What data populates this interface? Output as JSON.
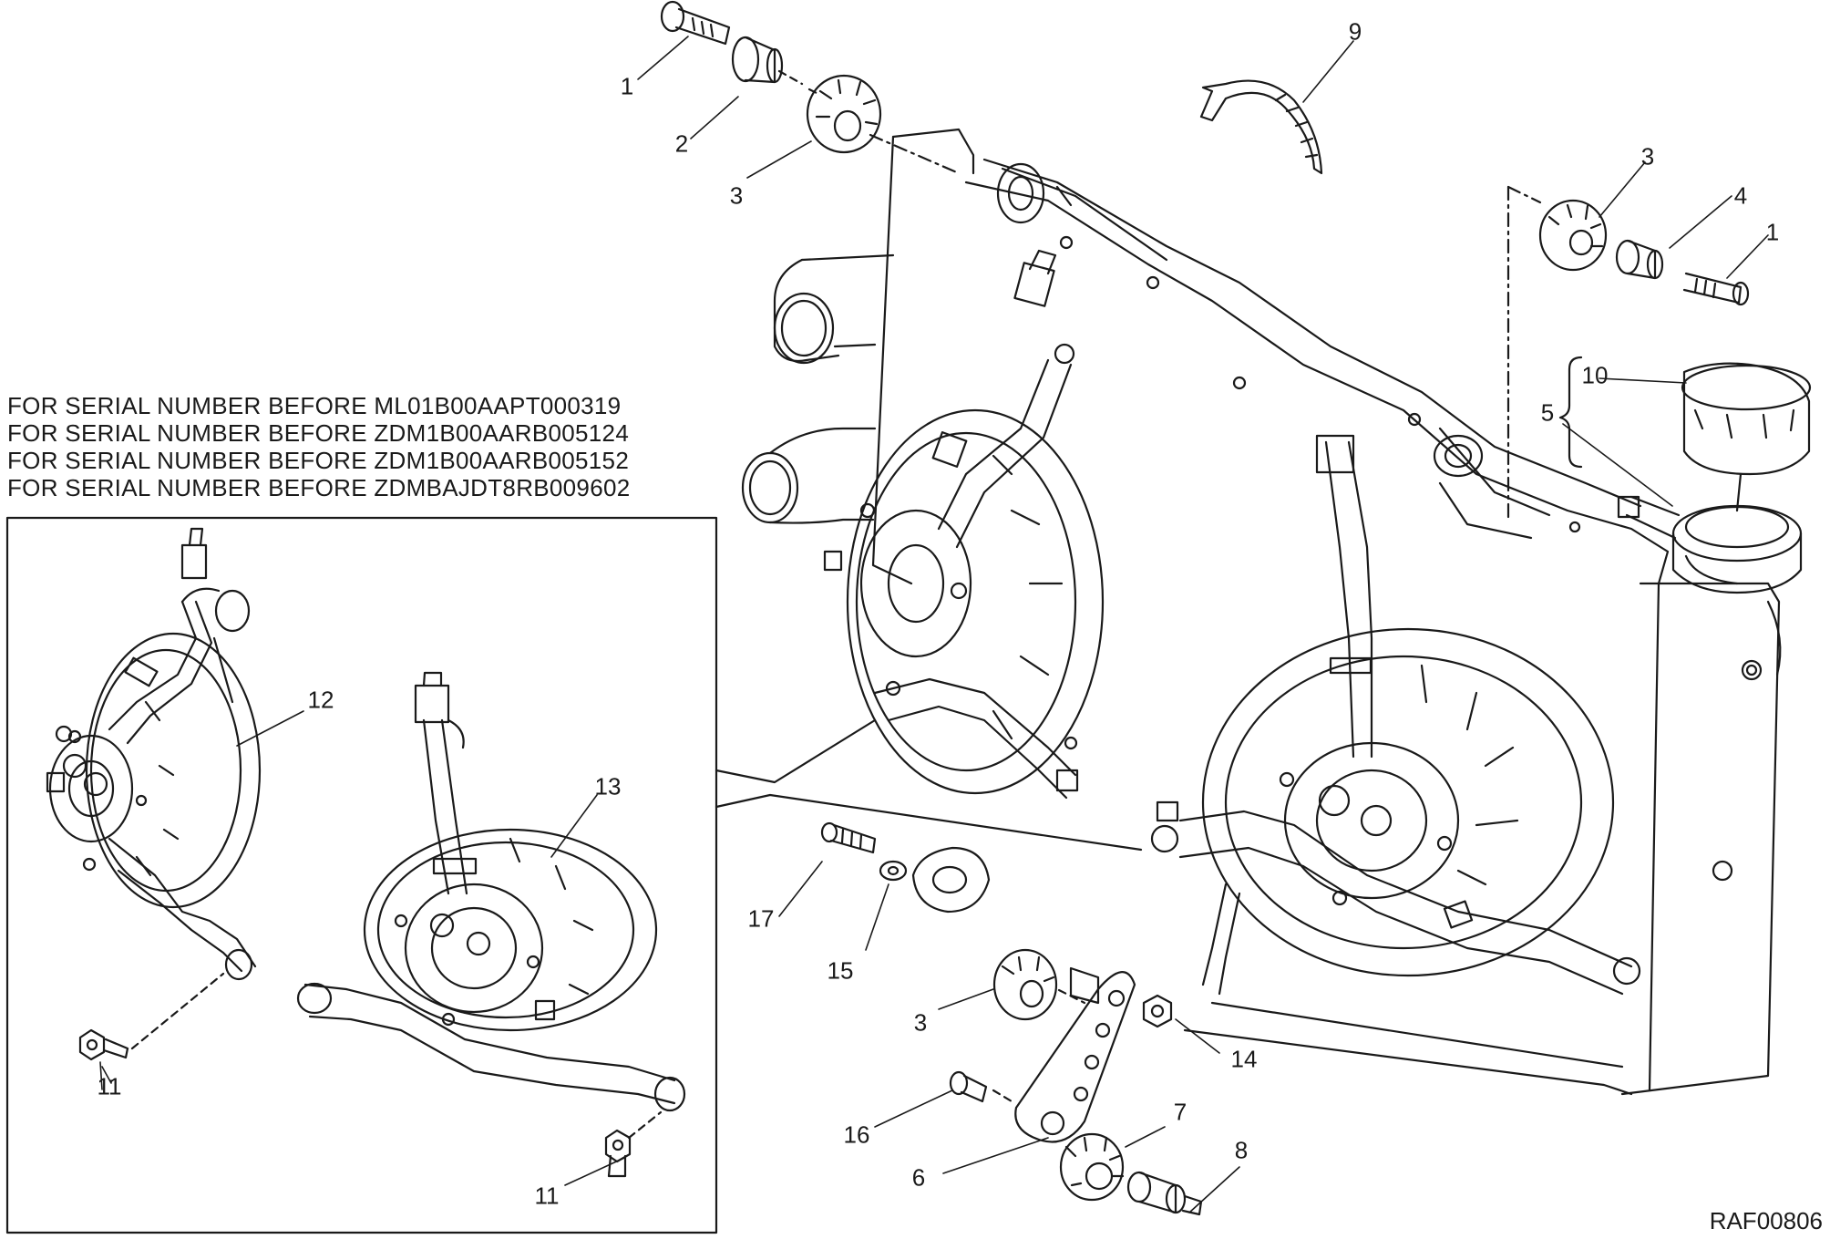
{
  "serial_notes": [
    "FOR SERIAL NUMBER BEFORE ML01B00AAPT000319",
    "FOR SERIAL NUMBER BEFORE ZDM1B00AARB005124",
    "FOR SERIAL NUMBER BEFORE ZDM1B00AARB005152",
    "FOR SERIAL NUMBER BEFORE ZDMBAJDT8RB009602"
  ],
  "callouts": {
    "c1a": "1",
    "c2": "2",
    "c3a": "3",
    "c9": "9",
    "c3b": "3",
    "c4": "4",
    "c1b": "1",
    "c10": "10",
    "c5": "5",
    "c12": "12",
    "c13": "13",
    "c11a": "11",
    "c11b": "11",
    "c17": "17",
    "c15": "15",
    "c3c": "3",
    "c14": "14",
    "c16": "16",
    "c7": "7",
    "c6": "6",
    "c8": "8"
  },
  "drawing_code": "RAF00806",
  "colors": {
    "line": "#1a1a1a",
    "background": "#ffffff"
  }
}
